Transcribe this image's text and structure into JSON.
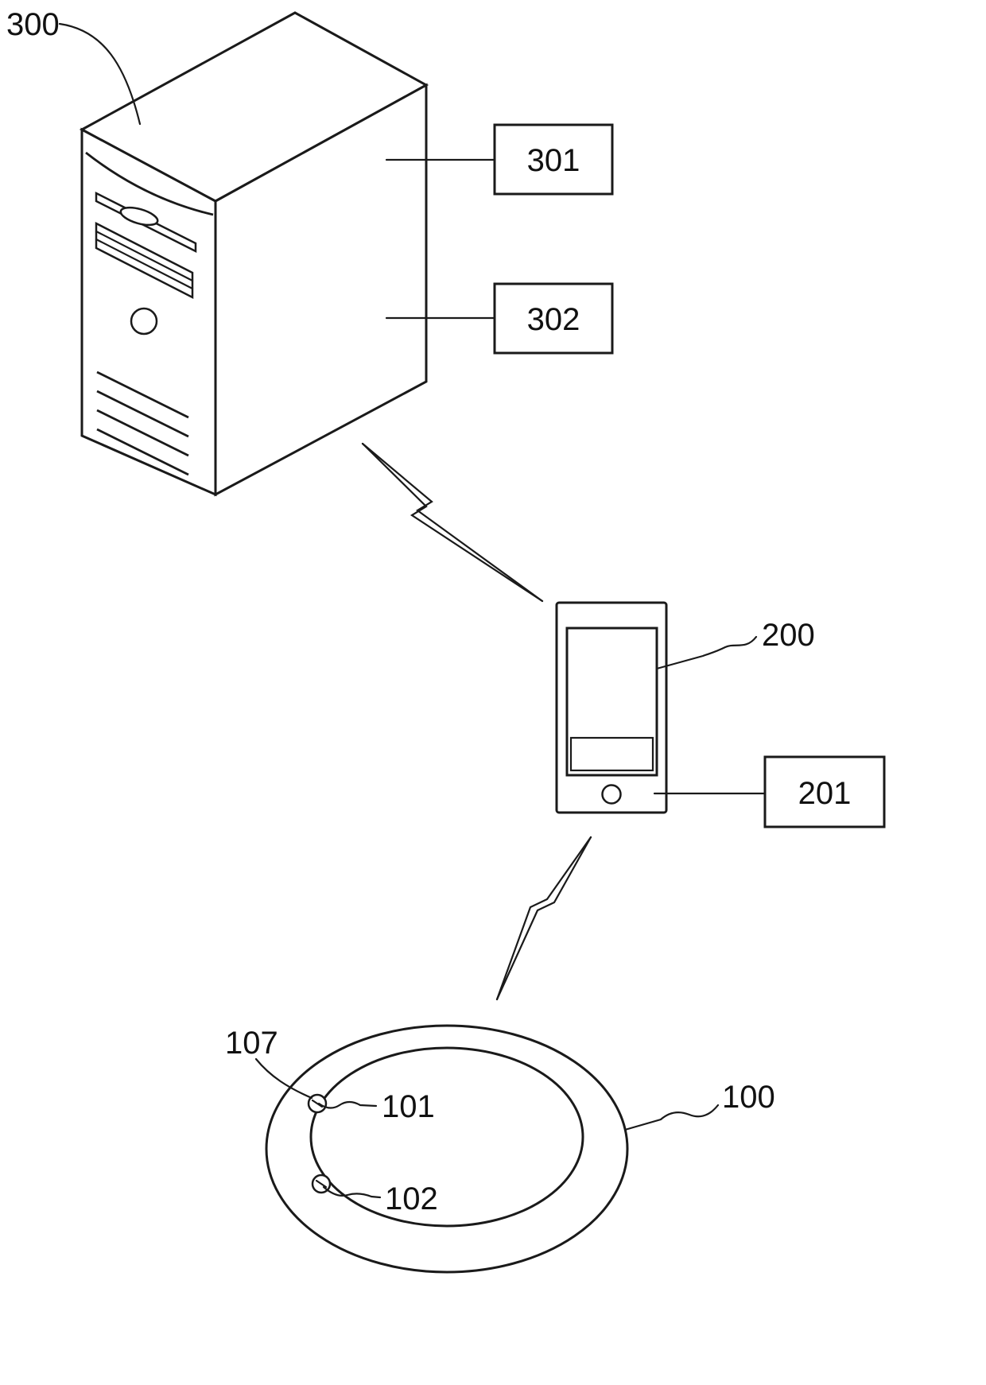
{
  "figure": {
    "background": "#ffffff",
    "ink": "#1a1a1a",
    "labels": {
      "server": "300",
      "server_component_a": "301",
      "server_component_b": "302",
      "phone": "200",
      "phone_component": "201",
      "ring": "100",
      "ring_sensor_a": "101",
      "ring_sensor_b": "102",
      "ring_sensor_c": "107"
    },
    "links": [
      {
        "from": "300",
        "to": "200",
        "type": "wireless"
      },
      {
        "from": "200",
        "to": "100",
        "type": "wireless"
      }
    ],
    "callouts": [
      {
        "label": "301",
        "target": "server-tower"
      },
      {
        "label": "302",
        "target": "server-tower"
      },
      {
        "label": "300",
        "target": "server-tower"
      },
      {
        "label": "200",
        "target": "smartphone-screen"
      },
      {
        "label": "201",
        "target": "smartphone-home-button"
      },
      {
        "label": "100",
        "target": "ring-band"
      },
      {
        "label": "101",
        "target": "ring-sensor-upper"
      },
      {
        "label": "107",
        "target": "ring-sensor-upper"
      },
      {
        "label": "102",
        "target": "ring-sensor-lower"
      }
    ]
  }
}
